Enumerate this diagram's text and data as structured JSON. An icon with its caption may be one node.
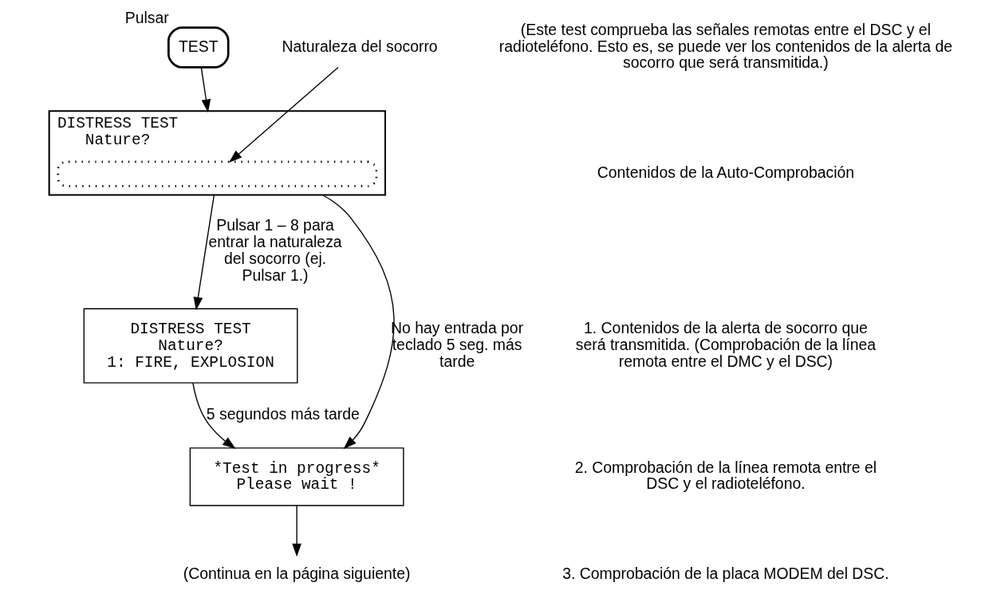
{
  "diagram": {
    "nodes": [
      {
        "text": [
          "TEST"
        ],
        "beside": [
          "Pulsar"
        ]
      },
      {
        "text": [
          "DISTRESS TEST",
          "Nature?"
        ]
      },
      {
        "text": [],
        "shape": "box",
        "in": 1
      },
      {
        "text": [
          "Naturaleza del socorro"
        ]
      },
      {
        "text": [
          "DISTRESS TEST",
          "Nature?",
          "1: FIRE, EXPLOSION"
        ]
      },
      {
        "text": [
          "*Test in progress*",
          "Please wait !"
        ]
      },
      {
        "text": [
          "(Continua en la página siguiente)"
        ]
      }
    ],
    "edges": [
      {
        "from": 0,
        "to": 1,
        "arrow": "to"
      },
      {
        "from": 3,
        "to": 2,
        "arrow": "to"
      },
      {
        "from": 1,
        "to": 4,
        "arrow": "to",
        "label": "Pulsar 1 – 8 para entrar la naturaleza del socorro (ej. Pulsar 1.)"
      },
      {
        "from": 4,
        "to": 5,
        "arrow": "to",
        "label": "5 segundos más tarde"
      },
      {
        "from": 1,
        "to": 5,
        "arrow": "to",
        "label": "No hay entrada por teclado 5 seg. más tarde"
      },
      {
        "from": 5,
        "to": 6,
        "arrow": "to"
      }
    ],
    "labels": [
      "(Este test comprueba las señales remotas entre el DSC y el radioteléfono. Esto es, se puede ver los contenidos de la alerta de socorro que será transmitida.)",
      "Contenidos de la Auto-Comprobación",
      "1. Contenidos de la alerta de socorro que será transmitida. (Comprobación de la línea remota entre el DMC y el DSC)",
      "2. Comprobación de la línea remota entre el DSC y el radioteléfono.",
      "3. Comprobación de la placa MODEM del DSC."
    ]
  }
}
